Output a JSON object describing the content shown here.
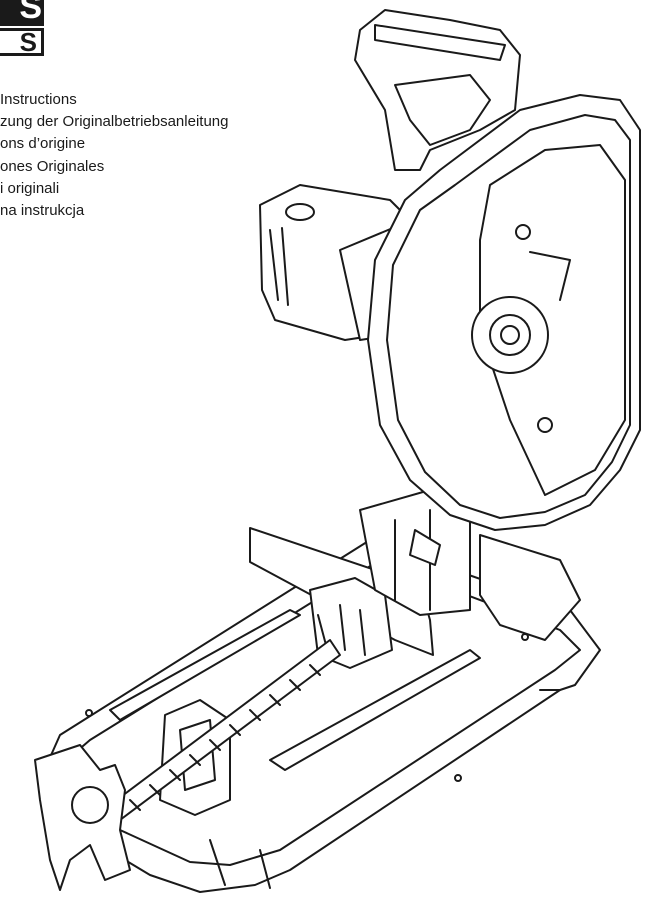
{
  "logo": {
    "top_text": "S",
    "bottom_text": "S"
  },
  "languages": [
    "Instructions",
    "zung der Originalbetriebsanleitung",
    "ons d’origine",
    "ones Originales",
    "i originali",
    "na instrukcja"
  ],
  "illustration": {
    "subject": "chop-saw-icon"
  }
}
